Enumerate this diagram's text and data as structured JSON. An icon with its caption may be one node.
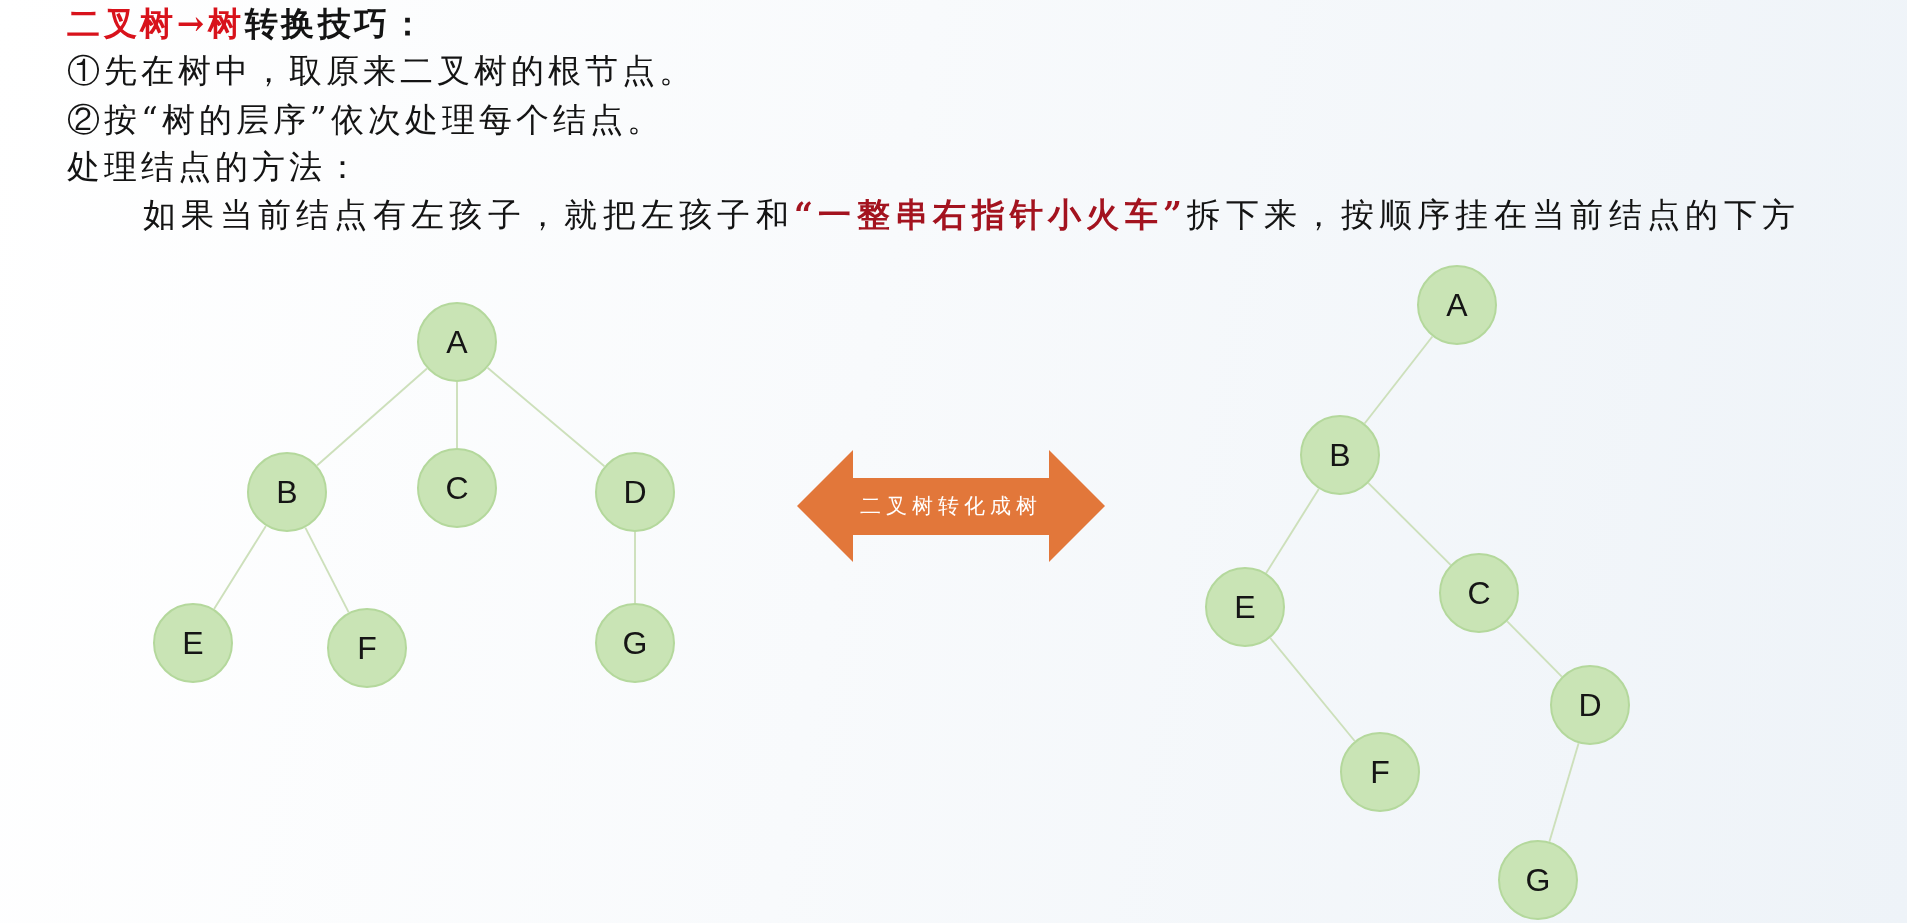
{
  "diagram": {
    "title": "**二叉树→树**转换技巧：",
    "nodes": [
      {
        "text": [
          "A"
        ]
      },
      {
        "text": [
          "B"
        ]
      },
      {
        "text": [
          "C"
        ]
      },
      {
        "text": [
          "D"
        ]
      },
      {
        "text": [
          "E"
        ]
      },
      {
        "text": [
          "F"
        ]
      },
      {
        "text": [
          "G"
        ]
      },
      {
        "text": [
          "二叉树转化成树"
        ]
      },
      {
        "text": [
          "A"
        ]
      },
      {
        "text": [
          "B"
        ]
      },
      {
        "text": [
          "E"
        ]
      },
      {
        "text": [
          "C"
        ]
      },
      {
        "text": [
          "D"
        ]
      },
      {
        "text": [
          "F"
        ]
      },
      {
        "text": [
          "G"
        ]
      }
    ],
    "edges": [
      {
        "from": 0,
        "to": 1,
        "arrow": "none"
      },
      {
        "from": 0,
        "to": 2,
        "arrow": "none"
      },
      {
        "from": 0,
        "to": 3,
        "arrow": "none"
      },
      {
        "from": 1,
        "to": 4,
        "arrow": "none"
      },
      {
        "from": 1,
        "to": 5,
        "arrow": "none"
      },
      {
        "from": 3,
        "to": 6,
        "arrow": "none"
      },
      {
        "from": 8,
        "to": 9,
        "arrow": "none"
      },
      {
        "from": 9,
        "to": 10,
        "arrow": "none"
      },
      {
        "from": 9,
        "to": 11,
        "arrow": "none"
      },
      {
        "from": 10,
        "to": 13,
        "arrow": "none"
      },
      {
        "from": 11,
        "to": 12,
        "arrow": "none"
      },
      {
        "from": 12,
        "to": 14,
        "arrow": "none"
      }
    ],
    "labels": [
      "①先在树中，取原来二叉树的根节点。",
      "②按“树的层序”依次处理每个结点。",
      "处理结点的方法：",
      "如果当前结点有左孩子，就把左孩子和**“一整串右指针小火车”**拆下来，按顺序挂在当前结点的下方"
    ]
  }
}
